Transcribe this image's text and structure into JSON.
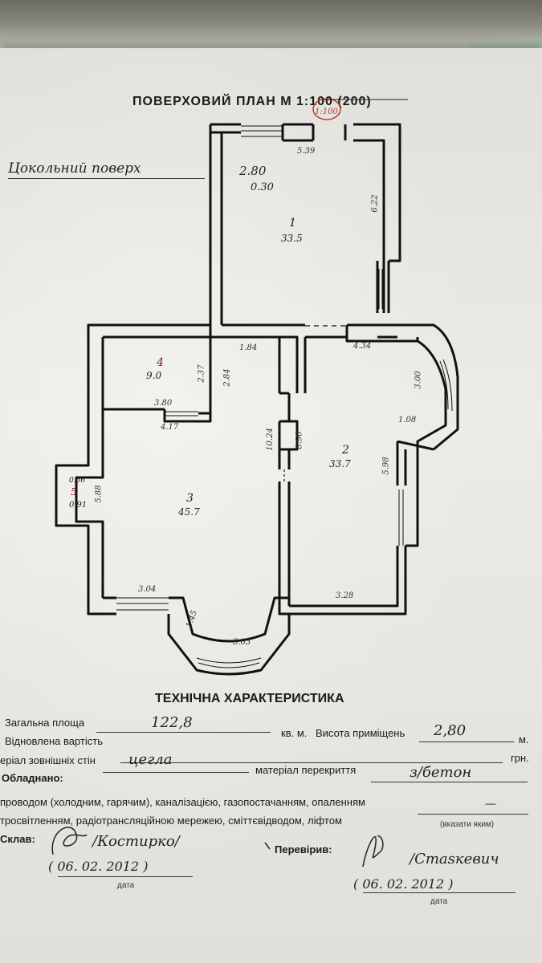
{
  "plan": {
    "title": "ПОВЕРХОВИЙ ПЛАН М 1:100 (200)",
    "floor_label": "Цокольний поверх",
    "height_label": "2.80",
    "height_sub": "0.30",
    "stamp_text": "1:100",
    "rooms": [
      {
        "number": "1",
        "area": "33.5"
      },
      {
        "number": "2",
        "area": "33.7"
      },
      {
        "number": "3",
        "area": "45.7"
      },
      {
        "number": "4",
        "area": "9.0"
      },
      {
        "number": "5",
        "area": "0.91",
        "extra": "0.56"
      }
    ],
    "dimensions": [
      "5.39",
      "6.22",
      "4.34",
      "3.00",
      "1.08",
      "5.98",
      "3.28",
      "1.84",
      "2.84",
      "10.24",
      "8.90",
      "2.37",
      "3.80",
      "4.17",
      "5.88",
      "3.04",
      "1.45",
      "3.03"
    ]
  },
  "tech": {
    "heading": "ТЕХНІЧНА ХАРАКТЕРИСТИКА",
    "total_area_label": "Загальна площа",
    "total_area_value": "122,8",
    "area_unit": "кв. м.",
    "room_height_label": "Висота приміщень",
    "room_height_value": "2,80",
    "room_height_unit": "м.",
    "restored_cost_label": "Відновлена вартість",
    "currency": "грн.",
    "wall_material_label": "еріал зовнішніх стін",
    "wall_material_value": "цегла",
    "floor_material_label": "матеріал перекриття",
    "floor_material_value": "з/бетон",
    "equipped_label": "Обладнано:",
    "equipped_line1": "проводом (холодним, гарячим), каналізацією, газопостачанням, опаленням",
    "equipped_line2": "тросвітленням, радіотрансляційною мережею, сміттєвідводом, ліфтом",
    "equipped_dash": "—",
    "specify_label": "(вказати яким)",
    "composed_label": "Склав:",
    "composed_sign": "/Костирко/",
    "composed_date": "( 06. 02. 2012 )",
    "date_label": "дата",
    "checked_label": "Перевірив:",
    "checked_sign": "/Стаsкевич",
    "checked_date": "( 06. 02. 2012 )",
    "date_label2": "дата"
  },
  "colors": {
    "ink": "#1a1a1a",
    "paper": "#ecebe6",
    "stamp_red": "#c0392b"
  }
}
